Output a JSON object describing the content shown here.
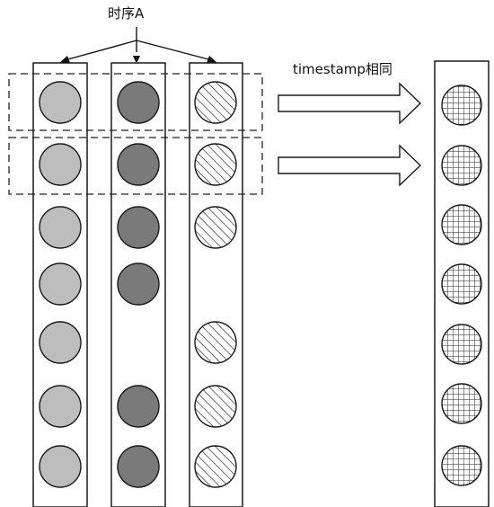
{
  "diagram": {
    "top_label": "时序A",
    "arrow_label": "timestamp相同",
    "colors": {
      "light_circle": "#bdbdbd",
      "dark_circle": "#7a7a7a",
      "hatch": "#222222",
      "outline": "#1a1a1a",
      "background": "#ffffff"
    },
    "columns": [
      {
        "id": "col-1",
        "fill": "light",
        "rows": [
          true,
          true,
          true,
          true,
          true,
          true,
          true
        ]
      },
      {
        "id": "col-2",
        "fill": "dark",
        "rows": [
          true,
          true,
          true,
          true,
          false,
          true,
          true
        ]
      },
      {
        "id": "col-3",
        "fill": "hatch",
        "rows": [
          true,
          true,
          true,
          false,
          true,
          true,
          true
        ]
      }
    ],
    "result_column": {
      "fill": "grid",
      "rows": [
        true,
        true,
        true,
        true,
        true,
        true,
        true
      ]
    },
    "dashed_groups": 2,
    "merge_arrows": 2
  }
}
